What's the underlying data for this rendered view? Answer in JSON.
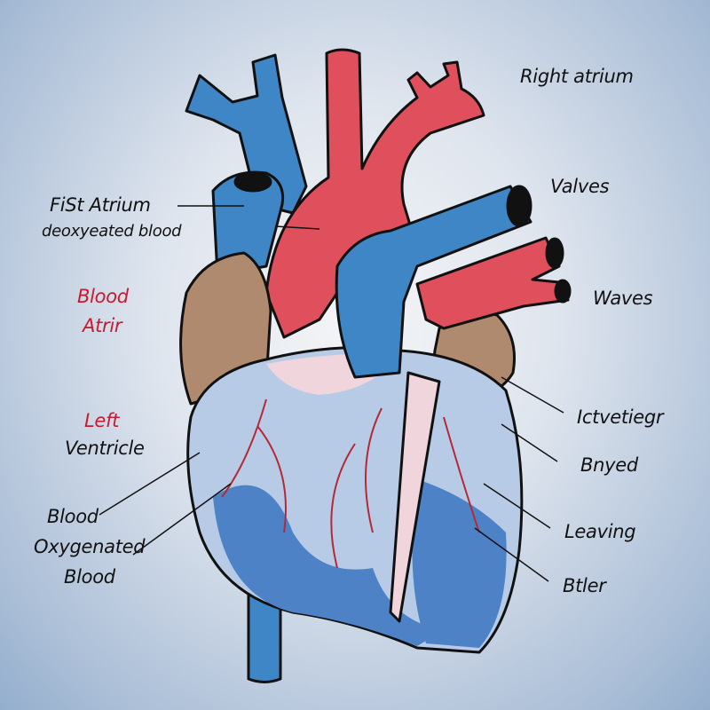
{
  "title": "Heart anatomy diagram",
  "colors": {
    "oxygenated": "#e0505c",
    "deoxygenated": "#3f86c6",
    "atria": "#b08a6e",
    "label_accent": "#c8192e"
  },
  "labels": {
    "right_atrium": "Right atrium",
    "valves": "Valves",
    "waves": "Waves",
    "fist_atrium": "FiSt Atrium",
    "deoxy_blood": "deoxyeated blood",
    "blood_atrir_1": "Blood",
    "blood_atrir_2": "Atrir",
    "left": "Left",
    "ventricle": "Ventricle",
    "blood": "Blood",
    "oxygenated": "Oxygenated",
    "blood2": "Blood",
    "ictetiegr": "Ictvetiegr",
    "bnyed": "Bnyed",
    "leaving": "Leaving",
    "btler": "Btler"
  }
}
